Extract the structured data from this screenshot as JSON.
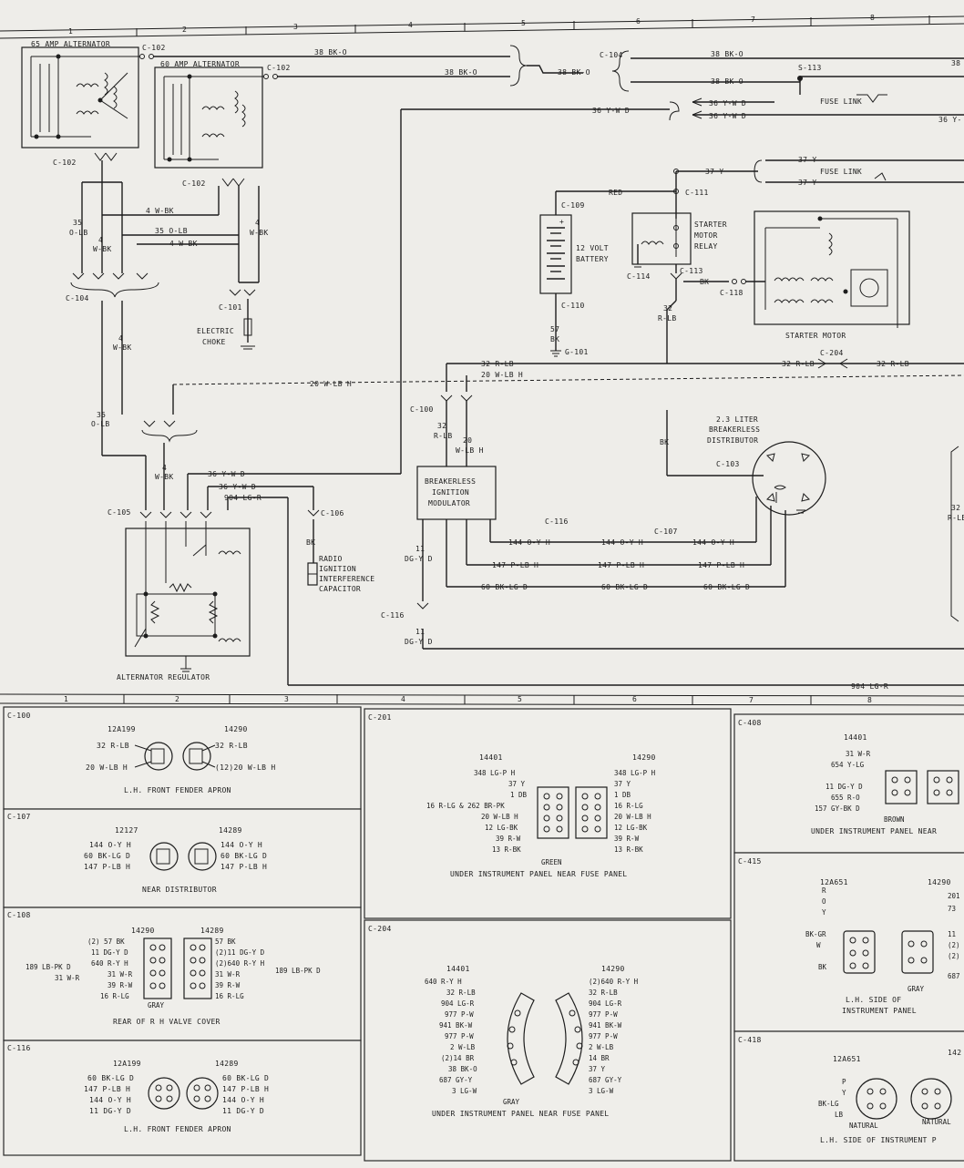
{
  "ruler_top": [
    "1",
    "2",
    "3",
    "4",
    "5",
    "6",
    "7",
    "8"
  ],
  "ruler_mid": [
    "1",
    "2",
    "3",
    "4",
    "5",
    "6",
    "7",
    "8"
  ],
  "components": {
    "alt65": "65 AMP ALTERNATOR",
    "alt60": "60 AMP ALTERNATOR",
    "battery": [
      "12 VOLT",
      "BATTERY"
    ],
    "relay": [
      "STARTER",
      "MOTOR",
      "RELAY"
    ],
    "starter": "STARTER MOTOR",
    "distributor": [
      "2.3 LITER",
      "BREAKERLESS",
      "DISTRIBUTOR"
    ],
    "module": [
      "BREAKERLESS",
      "IGNITION",
      "MODULATOR"
    ],
    "choke": [
      "ELECTRIC",
      "CHOKE"
    ],
    "capacitor": [
      "RADIO",
      "IGNITION",
      "INTERFERENCE",
      "CAPACITOR"
    ],
    "regulator": "ALTERNATOR REGULATOR",
    "fuse_link": "FUSE LINK",
    "fuse_link2": "FUSE LINK"
  },
  "connectors": {
    "c102a": "C-102",
    "c102b": "C-102",
    "c102c": "C-102",
    "c102d": "C-102",
    "c104": "C-104",
    "c104b": "C-104",
    "c101": "C-101",
    "c105": "C-105",
    "c106": "C-106",
    "c100": "C-100",
    "c116": "C-116",
    "c116b": "C-116",
    "c107": "C-107",
    "c103": "C-103",
    "c109": "C-109",
    "c110": "C-110",
    "c111": "C-111",
    "c113": "C-113",
    "c114": "C-114",
    "c118": "C-118",
    "c204": "C-204",
    "s113": "S-113",
    "g101": "G-101"
  },
  "wires": {
    "w1": "38 BK-O",
    "w2": "38 BK-O",
    "w3": "38 BK-O",
    "w4": "38 BK-O",
    "w5": "38 BK-O",
    "w6": "38",
    "w7": "36 Y-W D",
    "w8": "36 Y-W D",
    "w9": "36 Y-W D",
    "w10": "36 Y-",
    "w11": "37 Y",
    "w12": "37 Y",
    "w13": "37 Y",
    "w14": "RED",
    "w15": "BK",
    "w16a": "35",
    "w16b": "O-LB",
    "w17a": "4",
    "w17b": "W-BK",
    "w18": "4 W-BK",
    "w19": "35 O-LB",
    "w20": "4 W-BK",
    "w21a": "4",
    "w21b": "W-BK",
    "w22a": "4",
    "w22b": "W-BK",
    "w23a": "35",
    "w23b": "O-LB",
    "w24": "20 W-LB H",
    "w25": "20 W-LB H",
    "w26": "32 R-LB",
    "w27": "32 R-LB",
    "w28": "32 R-LB",
    "w29a": "32",
    "w29b": "R-LB",
    "w30a": "20",
    "w30b": "W-LB H",
    "w31a": "32",
    "w31b": "R-LB",
    "w32": "36 Y-W D",
    "w33": "36 Y-W D",
    "w34": "904 LG-R",
    "w35": "904 LG-R",
    "w36a": "4",
    "w36b": "W-BK",
    "w37": "BK",
    "w38a": "144 O-Y H",
    "w38b": "144 O-Y H",
    "w38c": "144 O-Y H",
    "w39a": "147 P-LB H",
    "w39b": "147 P-LB H",
    "w39c": "147 P-LB H",
    "w40a": "60 BK-LG D",
    "w40b": "60 BK-LG D",
    "w40c": "60 BK-LG D",
    "w41a": "11",
    "w41b": "DG-Y D",
    "w42a": "11",
    "w42b": "DG-Y D",
    "w43a": "57",
    "w43b": "BK",
    "w44": "BK",
    "w45a": "32",
    "w45b": "R-LB"
  },
  "panels": {
    "c100": {
      "id": "C-100",
      "left_part": "12A199",
      "right_part": "14290",
      "left": [
        "32 R-LB",
        "20 W-LB H"
      ],
      "right": [
        "32 R-LB",
        "(12)20 W-LB H"
      ],
      "caption": "L.H. FRONT FENDER APRON"
    },
    "c107": {
      "id": "C-107",
      "left_part": "12127",
      "right_part": "14289",
      "left": [
        "144 O-Y H",
        "60 BK-LG D",
        "147 P-LB H"
      ],
      "right": [
        "144 O-Y H",
        "60 BK-LG D",
        "147 P-LB H"
      ],
      "caption": "NEAR DISTRIBUTOR"
    },
    "c108": {
      "id": "C-108",
      "left_part": "14290",
      "right_part": "14289",
      "left": [
        "(2) 57 BK",
        "11 DG-Y D",
        "640 R-Y H",
        "31 W-R",
        "39 R-W",
        "16 R-LG"
      ],
      "right": [
        "57 BK",
        "(2)11 DG-Y D",
        "(2)640 R-Y H",
        "31 W-R",
        "39 R-W",
        "16 R-LG"
      ],
      "far_left": [
        "189 LB-PK D",
        "31 W-R"
      ],
      "far_right": "189 LB-PK D",
      "color": "GRAY",
      "caption": "REAR OF R H VALVE COVER"
    },
    "c116": {
      "id": "C-116",
      "left_part": "12A199",
      "right_part": "14289",
      "left": [
        "60 BK-LG D",
        "147 P-LB H",
        "144 O-Y H",
        "11 DG-Y D"
      ],
      "right": [
        "60 BK-LG D",
        "147 P-LB H",
        "144 O-Y H",
        "11 DG-Y D"
      ],
      "caption": "L.H. FRONT FENDER APRON"
    },
    "c201": {
      "id": "C-201",
      "left_part": "14401",
      "right_part": "14290",
      "left": [
        "348 LG-P H",
        "37 Y",
        "1 DB",
        "16 R-LG & 262 BR-PK",
        "20 W-LB H",
        "12 LG-BK",
        "39 R-W",
        "13 R-BK"
      ],
      "right": [
        "348 LG-P H",
        "37 Y",
        "1 DB",
        "16 R-LG",
        "20 W-LB H",
        "12 LG-BK",
        "39 R-W",
        "13 R-BK"
      ],
      "color": "GREEN",
      "caption": "UNDER INSTRUMENT PANEL NEAR FUSE PANEL"
    },
    "c204": {
      "id": "C-204",
      "left_part": "14401",
      "right_part": "14290",
      "left": [
        "640 R-Y H",
        "32 R-LB",
        "904 LG-R",
        "977 P-W",
        "941 BK-W",
        "977 P-W",
        "2 W-LB",
        "(2)14 BR",
        "38 BK-O",
        "687 GY-Y",
        "3 LG-W"
      ],
      "right": [
        "(2)640 R-Y H",
        "32 R-LB",
        "904 LG-R",
        "977 P-W",
        "941 BK-W",
        "977 P-W",
        "2 W-LB",
        "14 BR",
        "37 Y",
        "687 GY-Y",
        "3 LG-W"
      ],
      "color": "GRAY",
      "caption": "UNDER INSTRUMENT PANEL NEAR FUSE PANEL"
    },
    "c408": {
      "id": "C-408",
      "left_part": "14401",
      "left": [
        "31 W-R",
        "654 Y-LG",
        "11 DG-Y D",
        "655 R-O",
        "157 GY-BK D"
      ],
      "color": "BROWN",
      "caption": "UNDER INSTRUMENT PANEL NEAR"
    },
    "c415": {
      "id": "C-415",
      "left_part": "12A651",
      "right_part": "14290",
      "left": [
        "R",
        "O",
        "Y",
        "BK-GR",
        "W",
        "BK"
      ],
      "right": [
        "201",
        "73",
        "11",
        "(2)",
        "(2)",
        "687"
      ],
      "color": "GRAY",
      "caption": [
        "L.H. SIDE OF",
        "INSTRUMENT PANEL"
      ]
    },
    "c418": {
      "id": "C-418",
      "left_part": "12A651",
      "right_part": "142",
      "left": [
        "P",
        "Y",
        "BK-LG",
        "LB"
      ],
      "color_l": "NATURAL",
      "color_r": "NATURAL",
      "caption": "L.H. SIDE OF INSTRUMENT P"
    }
  }
}
